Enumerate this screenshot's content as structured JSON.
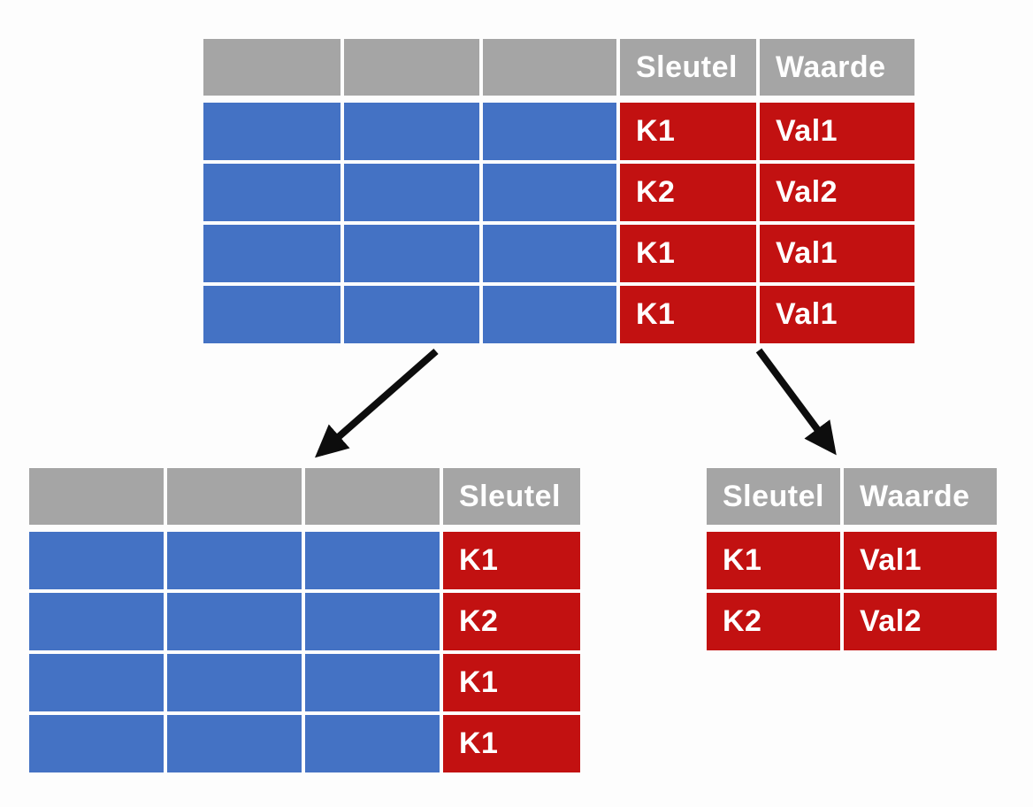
{
  "colors": {
    "background": "#fdfdfd",
    "header_gray": "#a5a5a5",
    "cell_blue": "#4472c4",
    "cell_red": "#c21111",
    "cell_text": "#ffffff",
    "arrow_black": "#0d0d0d"
  },
  "source_table": {
    "columns": [
      "",
      "",
      "",
      "Sleutel",
      "Waarde"
    ],
    "rows": [
      {
        "key": "K1",
        "value": "Val1"
      },
      {
        "key": "K2",
        "value": "Val2"
      },
      {
        "key": "K1",
        "value": "Val1"
      },
      {
        "key": "K1",
        "value": "Val1"
      }
    ]
  },
  "keys_table": {
    "columns": [
      "",
      "",
      "",
      "Sleutel"
    ],
    "rows": [
      {
        "key": "K1"
      },
      {
        "key": "K2"
      },
      {
        "key": "K1"
      },
      {
        "key": "K1"
      }
    ]
  },
  "values_table": {
    "columns": [
      "Sleutel",
      "Waarde"
    ],
    "rows": [
      {
        "key": "K1",
        "value": "Val1"
      },
      {
        "key": "K2",
        "value": "Val2"
      }
    ]
  }
}
